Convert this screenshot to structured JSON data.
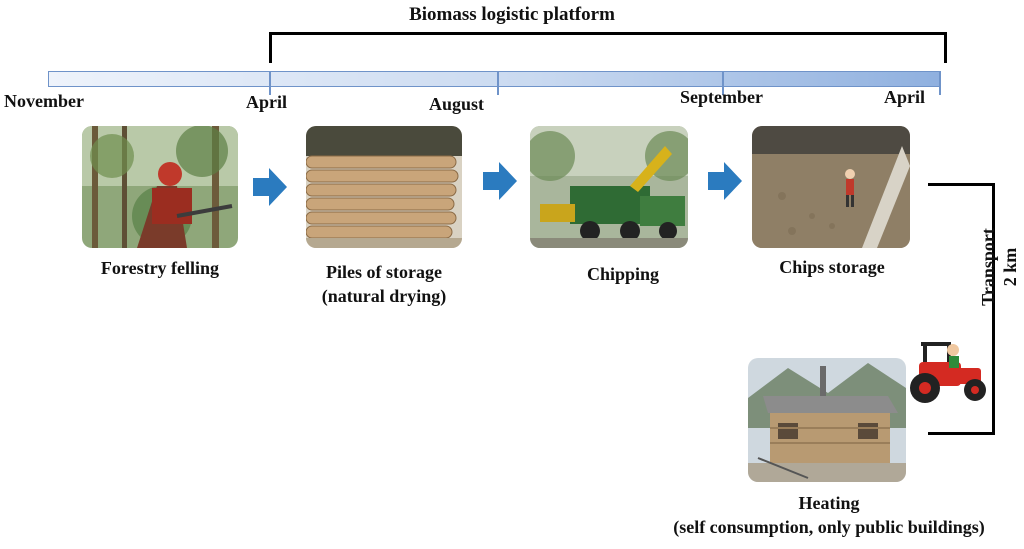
{
  "title": "Biomass logistic platform",
  "timeline": {
    "months": [
      "November",
      "April",
      "August",
      "September",
      "April"
    ]
  },
  "steps": [
    {
      "label_line1": "Forestry felling",
      "label_line2": "",
      "image": "forestry-felling-photo"
    },
    {
      "label_line1": "Piles of storage",
      "label_line2": "(natural drying)",
      "image": "log-piles-photo"
    },
    {
      "label_line1": "Chipping",
      "label_line2": "",
      "image": "chipping-machine-photo"
    },
    {
      "label_line1": "Chips storage",
      "label_line2": "",
      "image": "chips-storage-photo"
    }
  ],
  "transport": {
    "line1": "Transport",
    "line2": "2 km",
    "icon": "tractor-icon"
  },
  "heating": {
    "label_line1": "Heating",
    "label_line2": "(self consumption, only public buildings)",
    "image": "heating-building-photo"
  },
  "colors": {
    "arrow": "#2b7bbf",
    "timeline_light": "#eef3fb",
    "timeline_dark": "#8fb0df",
    "timeline_border": "#6f93c9",
    "tractor": "#d42a22"
  }
}
